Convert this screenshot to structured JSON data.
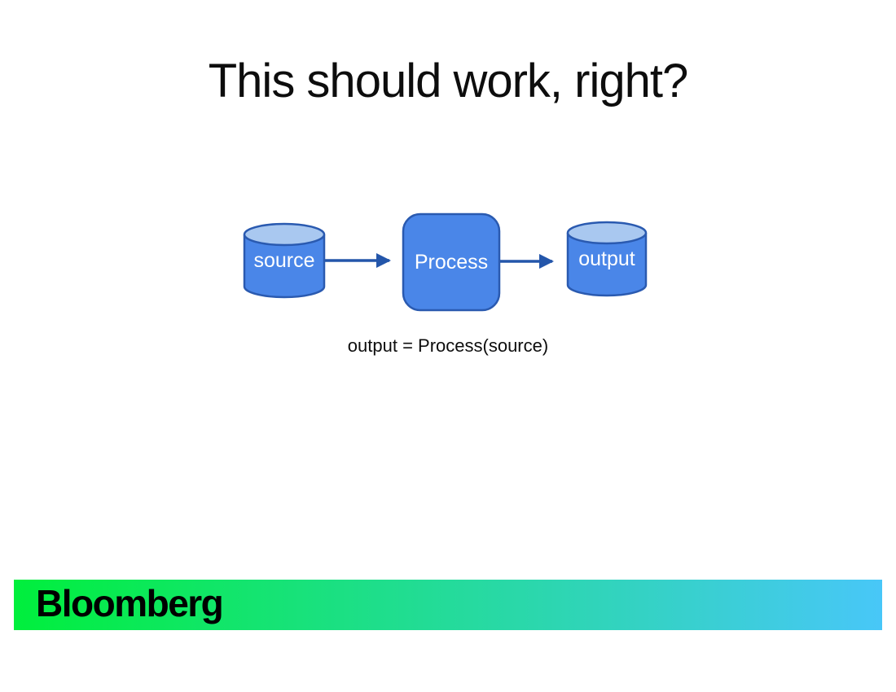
{
  "slide": {
    "title": "This should work, right?",
    "formula": "output = Process(source)"
  },
  "diagram": {
    "description": "flow: source cylinder -> Process box -> output cylinder",
    "nodes": [
      {
        "id": "source",
        "label": "source",
        "shape": "cylinder"
      },
      {
        "id": "process",
        "label": "Process",
        "shape": "rounded-rect"
      },
      {
        "id": "output",
        "label": "output",
        "shape": "cylinder"
      }
    ],
    "edges": [
      {
        "from": "source",
        "to": "process"
      },
      {
        "from": "process",
        "to": "output"
      }
    ]
  },
  "footer": {
    "brand": "Bloomberg"
  },
  "theme": {
    "page_bg": "#ffffff",
    "title_color": "#0d0d0d",
    "formula_color": "#0d0d0d",
    "node_fill": "#4a86e8",
    "node_stroke": "#2a5ab0",
    "cyl_top_fill": "#a9c8f0",
    "node_label": "#ffffff",
    "arrow": "#2456aa",
    "footer_from": "#00ef3c",
    "footer_to": "#48c7f8",
    "brand_color": "#000000"
  }
}
